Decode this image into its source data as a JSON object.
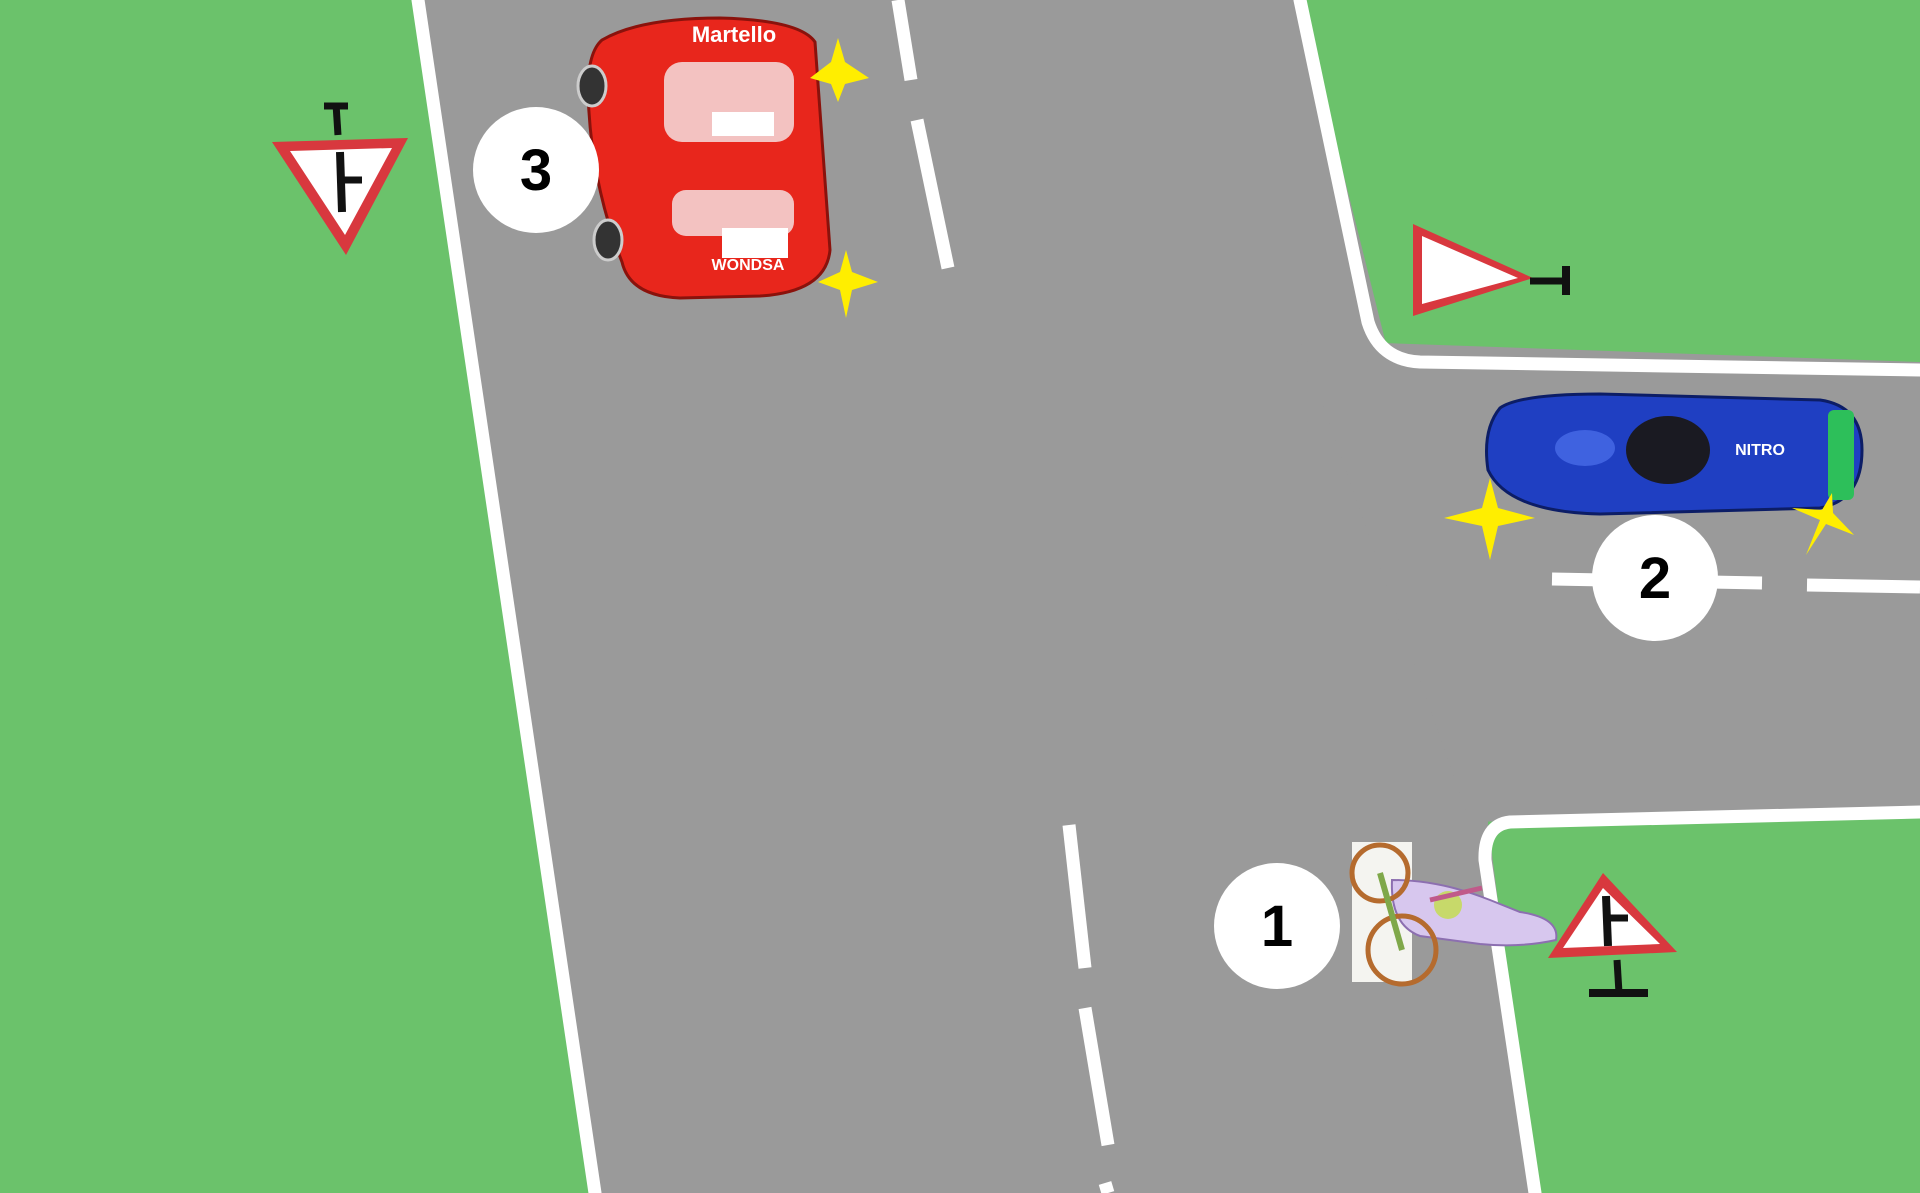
{
  "badges": {
    "cyclist": "1",
    "blue_car": "2",
    "red_car": "3"
  },
  "car_labels": {
    "red_car_roof": "Martello",
    "red_car_rear": "WONDSA",
    "blue_car_side": "NITRO"
  },
  "colors": {
    "grass": "#6bc26b",
    "asphalt": "#9a9a9a",
    "edge_line": "#ffffff",
    "red_car": "#e8261c",
    "blue_car": "#1f3fc2",
    "turn_signal": "#ffee00",
    "sign_border": "#d8383e"
  },
  "signs": [
    {
      "id": "yield-sign-top-left",
      "icon": "yield-with-side-road-plate"
    },
    {
      "id": "yield-sign-top-right",
      "icon": "yield-sign"
    },
    {
      "id": "warning-sign-bottom-right",
      "icon": "side-road-junction-warning"
    }
  ]
}
